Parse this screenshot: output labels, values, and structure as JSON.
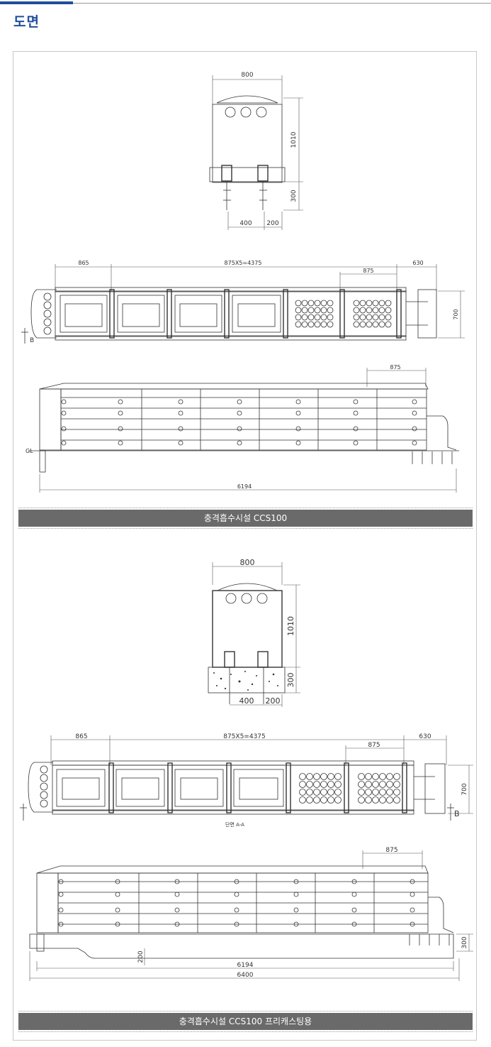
{
  "section": {
    "title": "도면"
  },
  "drawing1": {
    "front": {
      "width": "800",
      "height": "1010",
      "base": "300",
      "spacing_a": "400",
      "spacing_b": "200"
    },
    "plan": {
      "left": "865",
      "middle": "875X5=4375",
      "right": "630",
      "bay": "875",
      "depth": "700",
      "marker": "B"
    },
    "side": {
      "bay": "875",
      "gl": "GL",
      "total": "6194"
    },
    "caption": "충격흡수시설 CCS100"
  },
  "drawing2": {
    "front": {
      "width": "800",
      "height": "1010",
      "base": "300",
      "spacing_a": "400",
      "spacing_b": "200"
    },
    "plan": {
      "left": "865",
      "middle": "875X5=4375",
      "right": "630",
      "bay": "875",
      "depth": "700",
      "marker": "B",
      "section_label": "단면 A-A"
    },
    "side": {
      "bay": "875",
      "base": "300",
      "slab": "200",
      "length": "6194",
      "total": "6400"
    },
    "caption": "충격흡수시설 CCS100 프리캐스팅용"
  }
}
